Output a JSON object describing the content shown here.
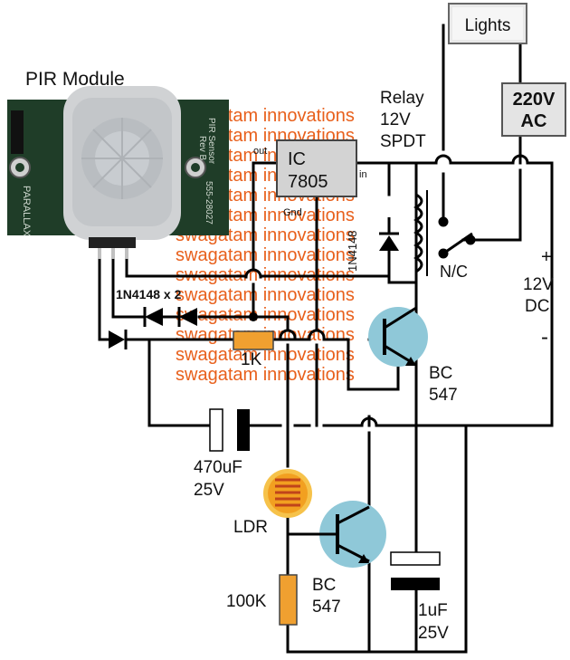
{
  "watermark": {
    "text": "swagatam innovations",
    "color": "#e8601c",
    "repeat": 14
  },
  "colors": {
    "wire": "#000000",
    "ic_body": "#d3d3d3",
    "resistor": "#f0a030",
    "transistor": "#8fc8d8",
    "pcb": "#1f3d28",
    "pir_dome": "#d0d2d4",
    "ldr": "#f2a020",
    "lights_box": "#e9e9e9"
  },
  "labels": {
    "pir_module": "PIR Module",
    "pir_pcb_1": "PIR Sensor",
    "pir_pcb_2": "Rev B",
    "pir_pcb_3": "555-28027",
    "pir_pcb_4": "PARALLAX",
    "lights": "Lights",
    "ac_line1": "220V",
    "ac_line2": "AC",
    "relay_line1": "Relay",
    "relay_line2": "12V",
    "relay_line3": "SPDT",
    "ic_line1": "IC",
    "ic_line2": "7805",
    "ic_out": "out",
    "ic_in": "in",
    "ic_gnd": "Gnd",
    "relay_diode": "1N4148",
    "relay_contact": "N/C",
    "supply_plus": "+",
    "supply_line1": "12V",
    "supply_line2": "DC",
    "supply_minus": "-",
    "diodes": "1N4148 x 2",
    "resistor_1k": "1K",
    "q1_line1": "BC",
    "q1_line2": "547",
    "cap1_line1": "470uF",
    "cap1_line2": "25V",
    "ldr": "LDR",
    "q2_line1": "BC",
    "q2_line2": "547",
    "resistor_100k": "100K",
    "cap2_line1": "1uF",
    "cap2_line2": "25V"
  }
}
